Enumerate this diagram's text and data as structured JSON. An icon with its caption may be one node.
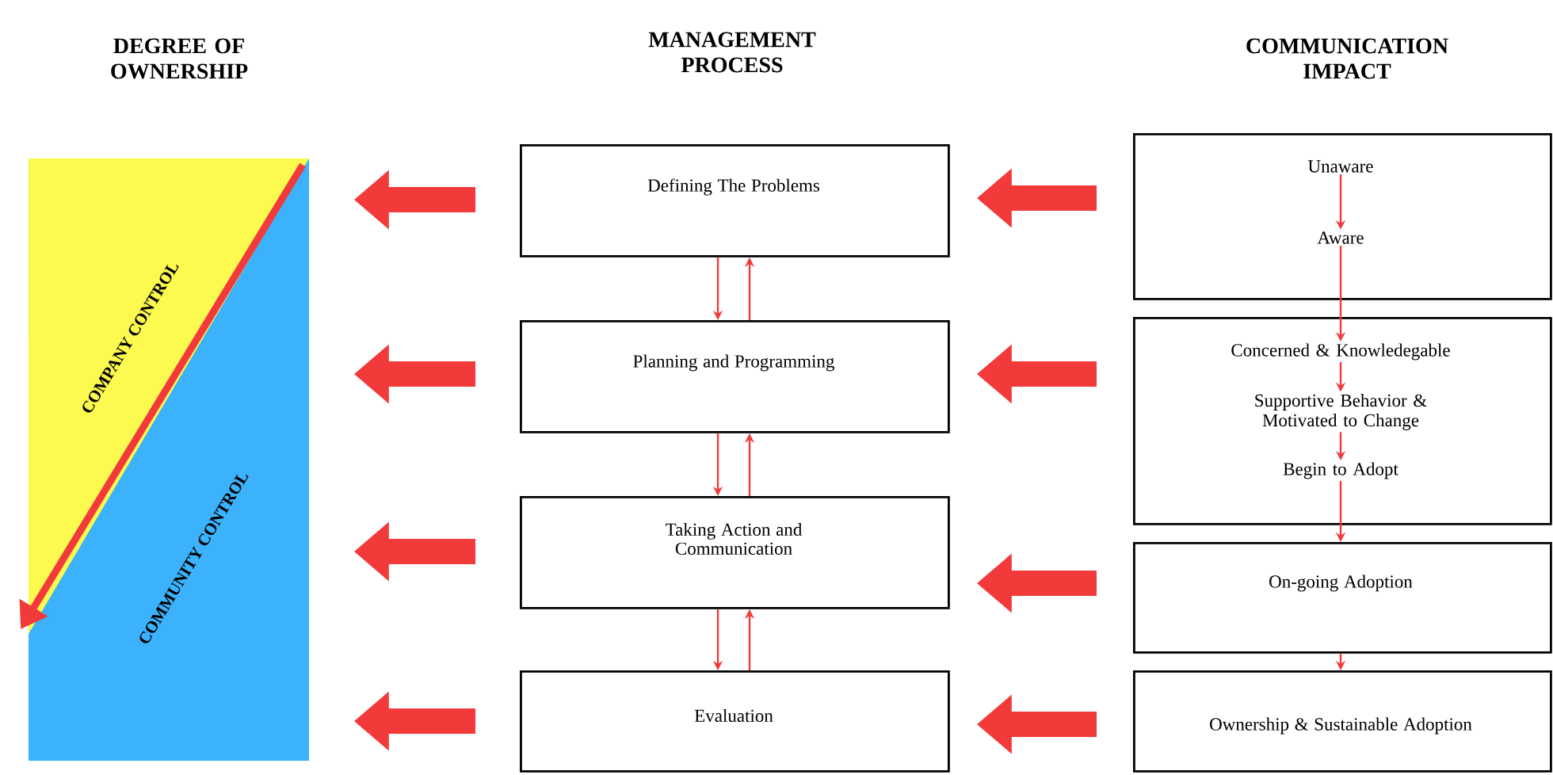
{
  "diagram": {
    "nodes": [
      {
        "text": [
          "COMPANY CONTROL",
          "COMMUNITY CONTROL"
        ]
      },
      {
        "text": [
          "Defining The Problems"
        ]
      },
      {
        "text": [
          "Planning and Programming"
        ]
      },
      {
        "text": [
          "Taking Action and Communication"
        ]
      },
      {
        "text": [
          "Evaluation"
        ]
      },
      {
        "text": [],
        "shape": "box"
      },
      {
        "text": [
          "Unaware"
        ],
        "in": 5
      },
      {
        "text": [
          "Aware"
        ],
        "in": 5
      },
      {
        "text": [],
        "shape": "box"
      },
      {
        "text": [
          "Concerned & Knowledegable"
        ],
        "in": 8
      },
      {
        "text": [
          "Supportive Behavior & Motivated to Change"
        ],
        "in": 8
      },
      {
        "text": [
          "Begin to Adopt"
        ],
        "in": 8
      },
      {
        "text": [
          "On-going Adoption"
        ]
      },
      {
        "text": [
          "Ownership & Sustainable Adoption"
        ]
      }
    ],
    "edges": [
      {
        "from": 1,
        "to": 0,
        "arrow": "to",
        "style": "thick"
      },
      {
        "from": 2,
        "to": 0,
        "arrow": "to",
        "style": "thick"
      },
      {
        "from": 3,
        "to": 0,
        "arrow": "to",
        "style": "thick"
      },
      {
        "from": 4,
        "to": 0,
        "arrow": "to",
        "style": "thick"
      },
      {
        "from": 5,
        "to": 1,
        "arrow": "to",
        "style": "thick"
      },
      {
        "from": 8,
        "to": 2,
        "arrow": "to",
        "style": "thick"
      },
      {
        "from": 12,
        "to": 3,
        "arrow": "to",
        "style": "thick"
      },
      {
        "from": 13,
        "to": 4,
        "arrow": "to",
        "style": "thick"
      },
      {
        "from": 1,
        "to": 2,
        "arrow": "to"
      },
      {
        "from": 2,
        "to": 1,
        "arrow": "to"
      },
      {
        "from": 2,
        "to": 3,
        "arrow": "to"
      },
      {
        "from": 3,
        "to": 2,
        "arrow": "to"
      },
      {
        "from": 3,
        "to": 4,
        "arrow": "to"
      },
      {
        "from": 4,
        "to": 3,
        "arrow": "to"
      },
      {
        "from": 6,
        "to": 7,
        "arrow": "to"
      },
      {
        "from": 7,
        "to": 9,
        "arrow": "to"
      },
      {
        "from": 9,
        "to": 10,
        "arrow": "to"
      },
      {
        "from": 10,
        "to": 11,
        "arrow": "to"
      },
      {
        "from": 11,
        "to": 12,
        "arrow": "to"
      },
      {
        "from": 12,
        "to": 13,
        "arrow": "to"
      }
    ],
    "labels": [
      "DEGREE OF OWNERSHIP",
      "MANAGEMENT PROCESS",
      "COMMUNICATION IMPACT"
    ]
  }
}
